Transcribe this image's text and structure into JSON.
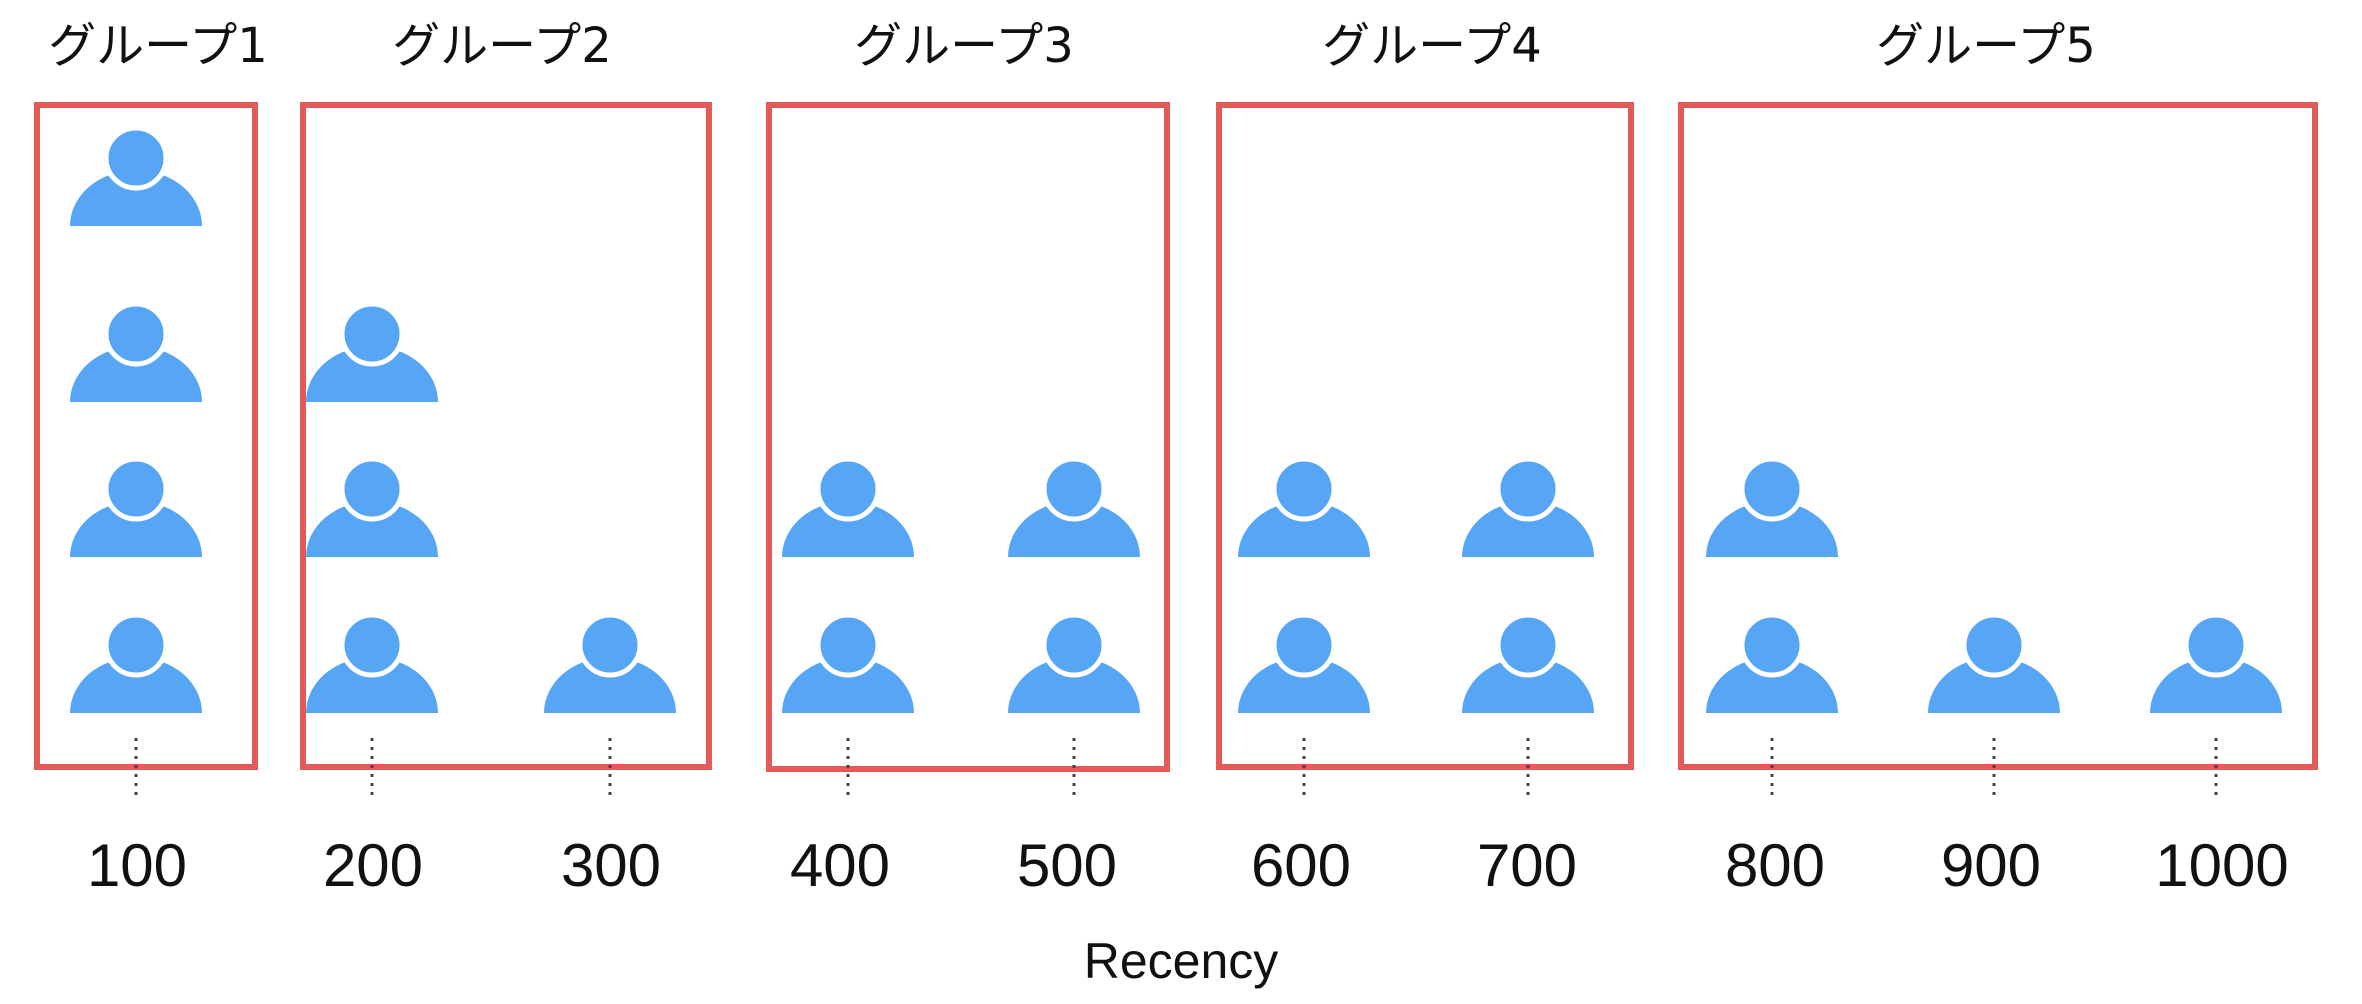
{
  "colors": {
    "person": "#56a6f5",
    "person_outline": "#ffffff",
    "box": "#e45a58",
    "text": "#111111",
    "dots": "#444444"
  },
  "icons": {
    "person": "person-icon",
    "more_items": "vertical-ellipsis-icon"
  },
  "diagram": {
    "axis_title": "Recency",
    "groups": [
      {
        "label": "グループ1",
        "recency_values": [
          100
        ]
      },
      {
        "label": "グループ2",
        "recency_values": [
          200,
          300
        ]
      },
      {
        "label": "グループ3",
        "recency_values": [
          400,
          500
        ]
      },
      {
        "label": "グループ4",
        "recency_values": [
          600,
          700
        ]
      },
      {
        "label": "グループ5",
        "recency_values": [
          800,
          900,
          1000
        ]
      }
    ],
    "columns": [
      {
        "recency": "100",
        "people": 4
      },
      {
        "recency": "200",
        "people": 3
      },
      {
        "recency": "300",
        "people": 1
      },
      {
        "recency": "400",
        "people": 2
      },
      {
        "recency": "500",
        "people": 2
      },
      {
        "recency": "600",
        "people": 2
      },
      {
        "recency": "700",
        "people": 2
      },
      {
        "recency": "800",
        "people": 2
      },
      {
        "recency": "900",
        "people": 1
      },
      {
        "recency": "1000",
        "people": 1
      }
    ]
  }
}
